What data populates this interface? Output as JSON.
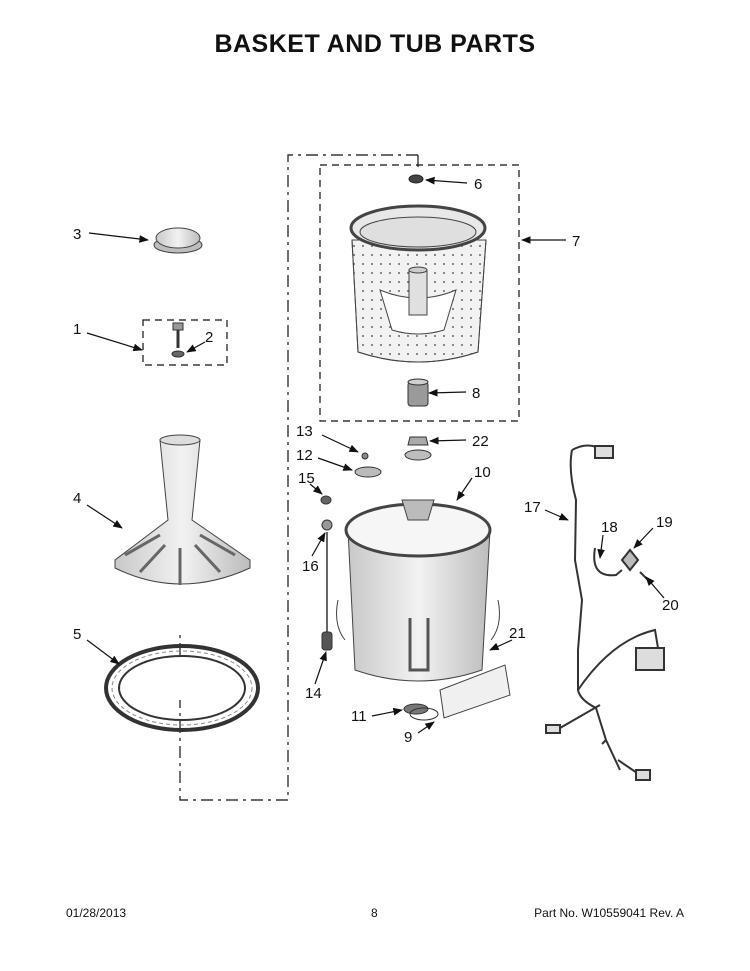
{
  "page": {
    "title": "BASKET AND TUB PARTS"
  },
  "callouts": [
    {
      "id": "c1",
      "label": "1"
    },
    {
      "id": "c2",
      "label": "2"
    },
    {
      "id": "c3",
      "label": "3"
    },
    {
      "id": "c4",
      "label": "4"
    },
    {
      "id": "c5",
      "label": "5"
    },
    {
      "id": "c6",
      "label": "6"
    },
    {
      "id": "c7",
      "label": "7"
    },
    {
      "id": "c8",
      "label": "8"
    },
    {
      "id": "c9",
      "label": "9"
    },
    {
      "id": "c10",
      "label": "10"
    },
    {
      "id": "c11",
      "label": "11"
    },
    {
      "id": "c12",
      "label": "12"
    },
    {
      "id": "c13",
      "label": "13"
    },
    {
      "id": "c14",
      "label": "14"
    },
    {
      "id": "c15",
      "label": "15"
    },
    {
      "id": "c16",
      "label": "16"
    },
    {
      "id": "c17",
      "label": "17"
    },
    {
      "id": "c18",
      "label": "18"
    },
    {
      "id": "c19",
      "label": "19"
    },
    {
      "id": "c20",
      "label": "20"
    },
    {
      "id": "c21",
      "label": "21"
    },
    {
      "id": "c22",
      "label": "22"
    }
  ],
  "footer": {
    "date": "01/28/2013",
    "page_number": "8",
    "part_number": "Part No.  W10559041  Rev.  A"
  }
}
